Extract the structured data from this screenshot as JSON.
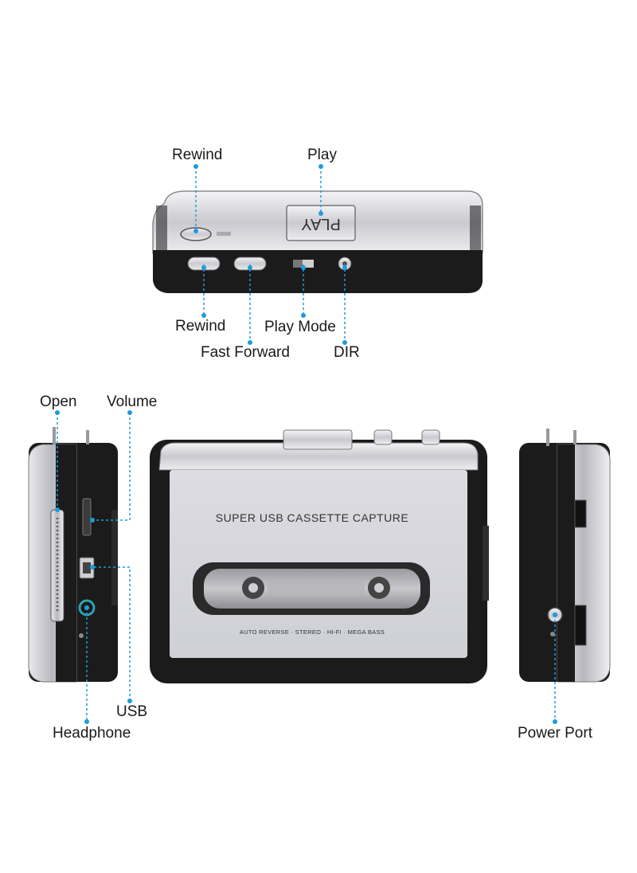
{
  "labels": {
    "rewind_top": "Rewind",
    "play": "Play",
    "rewind": "Rewind",
    "play_mode": "Play Mode",
    "fast_forward": "Fast Forward",
    "dir": "DIR",
    "open": "Open",
    "volume": "Volume",
    "usb": "USB",
    "headphone": "Headphone",
    "power_port": "Power Port"
  },
  "device": {
    "brand_text": "SUPER USB CASSETTE CAPTURE",
    "features_text": "AUTO REVERSE · STEREO · HI-FI · MEGA BASS",
    "play_key_text": "PLAY"
  },
  "colors": {
    "callout": "#1e9be0",
    "body_black": "#1b1b1b",
    "silver": "#d9d9de"
  }
}
